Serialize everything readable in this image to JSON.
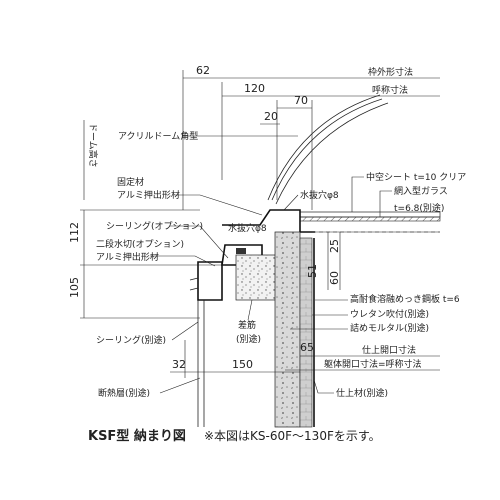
{
  "dimensions": {
    "d62": "62",
    "d120": "120",
    "d70": "70",
    "d20": "20",
    "d112": "112",
    "d105": "105",
    "d25": "25",
    "d51": "51",
    "d60": "60",
    "d65": "65",
    "d32": "32",
    "d150": "150"
  },
  "labels": {
    "waku_gaikei": "枠外形寸法",
    "kosho": "呼称寸法",
    "dome_height": "ドーム高さ",
    "acryl_dome": "アクリルドーム角型",
    "kotei_zai": "固定材",
    "alumi_oshidashi_1": "アルミ押出形材",
    "sealing_option": "シーリング(オプション)",
    "nidan_mizukiri": "二段水切(オプション)",
    "alumi_oshidashi_2": "アルミ押出形材",
    "mizunuki_phi8_left": "水抜穴φ8",
    "mizunuki_phi8_right": "水抜穴φ8",
    "nakazora_sheet": "中空シート t=10 クリア",
    "amiiri_glass_1": "網入型ガラス",
    "amiiri_glass_2": "t=6.8(別途)",
    "sealing_betto": "シーリング(別途)",
    "sakin": "差筋",
    "sakin_betto": "(別途)",
    "kotaishoku_1": "高耐食溶融めっき鋼板 t=6",
    "uretan": "ウレタン吹付(別途)",
    "tsume_mortar": "詰めモルタル(別途)",
    "shiage_kaiko": "仕上開口寸法",
    "kutai_kaiko": "躯体開口寸法=呼称寸法",
    "dannetsu": "断熱層(別途)",
    "shiage_zai": "仕上材(別途)"
  },
  "caption": {
    "title": "KSF型 納まり図",
    "note": "※本図はKS-60F～130Fを示す。"
  }
}
